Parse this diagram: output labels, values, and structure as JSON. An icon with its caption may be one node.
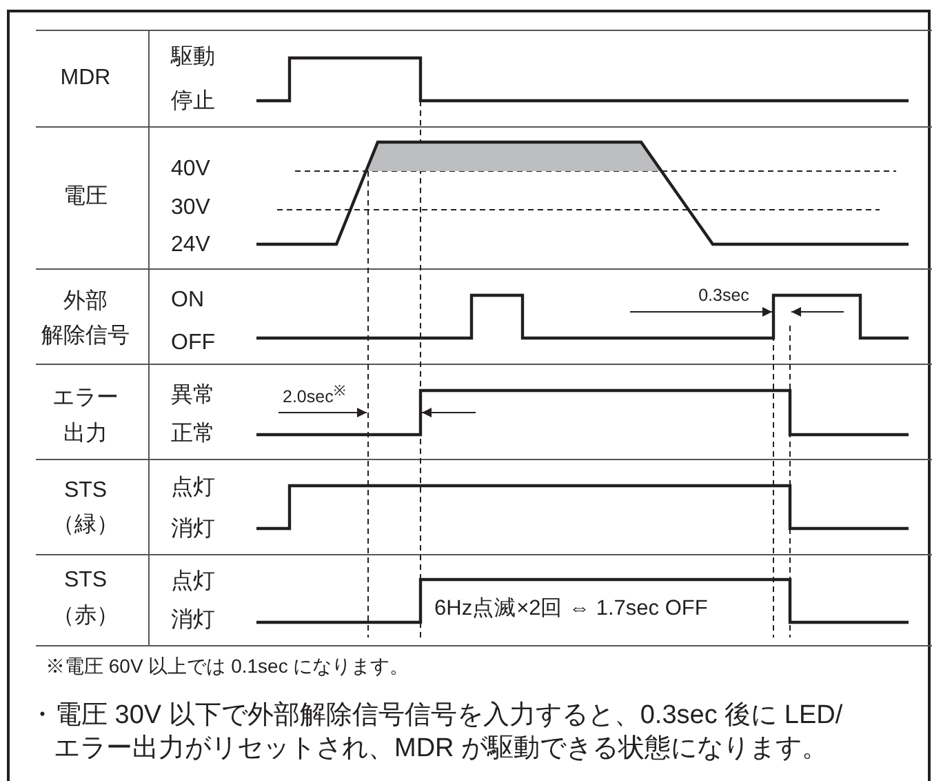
{
  "diagram": {
    "labels": [
      "MDR",
      "駆動",
      "停止",
      "電圧",
      "40V",
      "30V",
      "24V",
      "外部",
      "解除信号",
      "ON",
      "0.3sec",
      "OFF",
      "エラー",
      "出力",
      "異常",
      "2.0sec$^{※}$",
      "正常",
      "STS",
      "（緑）",
      "点灯",
      "消灯",
      "STS",
      "（赤）",
      "点灯",
      "消灯",
      "6Hz点滅×2回 ⇔ 1.7sec OFF",
      "※電圧 60V 以上では 0.1sec になります。",
      "・電圧 30V 以下で外部解除信号信号を入力すると、0.3sec 後に LED/エラー出力がリセットされ、MDR が駆動できる状態になります。"
    ]
  }
}
